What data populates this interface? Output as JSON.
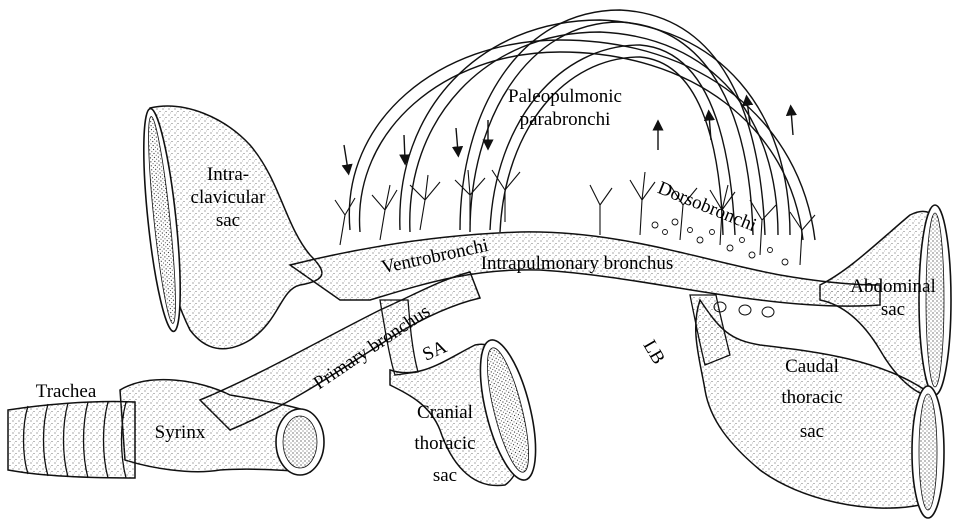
{
  "labels": {
    "intraclavicular_1": "Intra-",
    "intraclavicular_2": "clavicular",
    "intraclavicular_3": "sac",
    "paleopulmonic_1": "Paleopulmonic",
    "paleopulmonic_2": "parabronchi",
    "ventrobronchi": "Ventrobronchi",
    "dorsobronchi": "Dorsobronchi",
    "intrapulmonary_bronchus": "Intrapulmonary bronchus",
    "abdominal_1": "Abdominal",
    "abdominal_2": "sac",
    "primary_bronchus": "Primary bronchus",
    "sa": "SA",
    "lb": "LB",
    "caudal_1": "Caudal",
    "caudal_2": "thoracic",
    "caudal_3": "sac",
    "trachea": "Trachea",
    "syrinx": "Syrinx",
    "cranial_1": "Cranial",
    "cranial_2": "thoracic",
    "cranial_3": "sac"
  }
}
